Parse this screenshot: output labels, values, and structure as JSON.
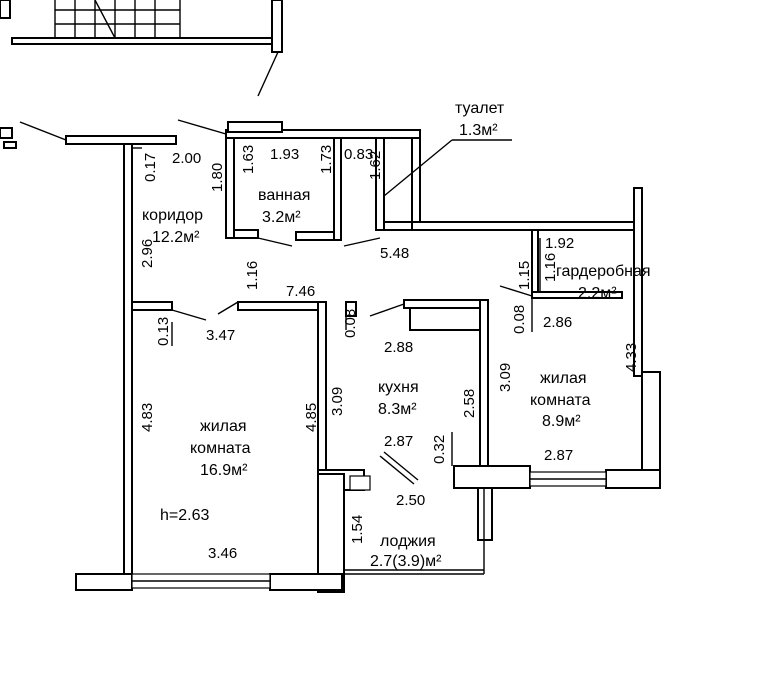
{
  "rooms": {
    "toilet": {
      "name": "туалет",
      "area": "1.3м²"
    },
    "bathroom": {
      "name": "ванная",
      "area": "3.2м²"
    },
    "corridor": {
      "name": "коридор",
      "area": "12.2м²"
    },
    "wardrobe": {
      "name": "гардеробная",
      "area": "2.2м²"
    },
    "living_right": {
      "name_line1": "жилая",
      "name_line2": "комната",
      "area": "8.9м²"
    },
    "kitchen": {
      "name": "кухня",
      "area": "8.3м²"
    },
    "living_left": {
      "name_line1": "жилая",
      "name_line2": "комната",
      "area": "16.9м²"
    },
    "loggia": {
      "name": "лоджия",
      "area": "2.7(3.9)м²"
    }
  },
  "ceiling_height": "h=2.63",
  "dimensions": {
    "d_2_00": "2.00",
    "d_0_17": "0.17",
    "d_1_63": "1.63",
    "d_1_93": "1.93",
    "d_1_73": "1.73",
    "d_0_83": "0.83",
    "d_1_80": "1.80",
    "d_1_62": "1.62",
    "d_2_96": "2.96",
    "d_1_16": "1.16",
    "d_5_48": "5.48",
    "d_1_92": "1.92",
    "d_1_15": "1.15",
    "d_1_16b": "1.16",
    "d_7_46": "7.46",
    "d_0_13": "0.13",
    "d_3_47": "3.47",
    "d_0_08": "0.08",
    "d_2_88": "2.88",
    "d_0_08b": "0.08",
    "d_2_86": "2.86",
    "d_4_33": "4.33",
    "d_3_09": "3.09",
    "d_2_58": "2.58",
    "d_3_09b": "3.09",
    "d_4_83": "4.83",
    "d_4_85": "4.85",
    "d_2_87": "2.87",
    "d_0_32": "0.32",
    "d_2_87b": "2.87",
    "d_2_50": "2.50",
    "d_1_54": "1.54",
    "d_3_46": "3.46"
  }
}
